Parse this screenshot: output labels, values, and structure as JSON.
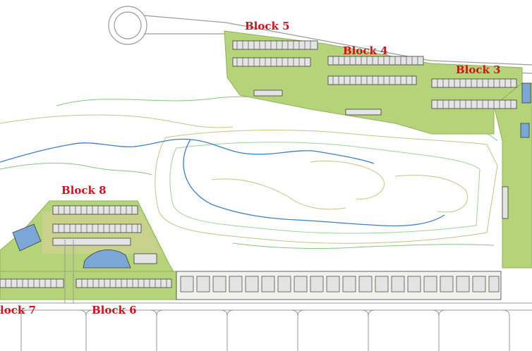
{
  "map": {
    "blocks": [
      {
        "id": "block-5",
        "label": "Block 5"
      },
      {
        "id": "block-4",
        "label": "Block 4"
      },
      {
        "id": "block-3",
        "label": "Block 3"
      },
      {
        "id": "block-8",
        "label": "Block 8"
      },
      {
        "id": "block-7",
        "label": "lock 7"
      },
      {
        "id": "block-6",
        "label": "Block 6"
      }
    ],
    "colors": {
      "label": "#d0121b",
      "landscape": "#b5d47a",
      "landscape_dark": "#8fb259",
      "building": "#3c3c3c",
      "building_fill": "#e4e4e4",
      "river": "#3a7fc8",
      "contour_green": "#7fc77f",
      "contour_tan": "#c8c087",
      "pool": "#7aa7d8",
      "road": "#9a9a9a",
      "plaza": "#d9cf98"
    }
  }
}
